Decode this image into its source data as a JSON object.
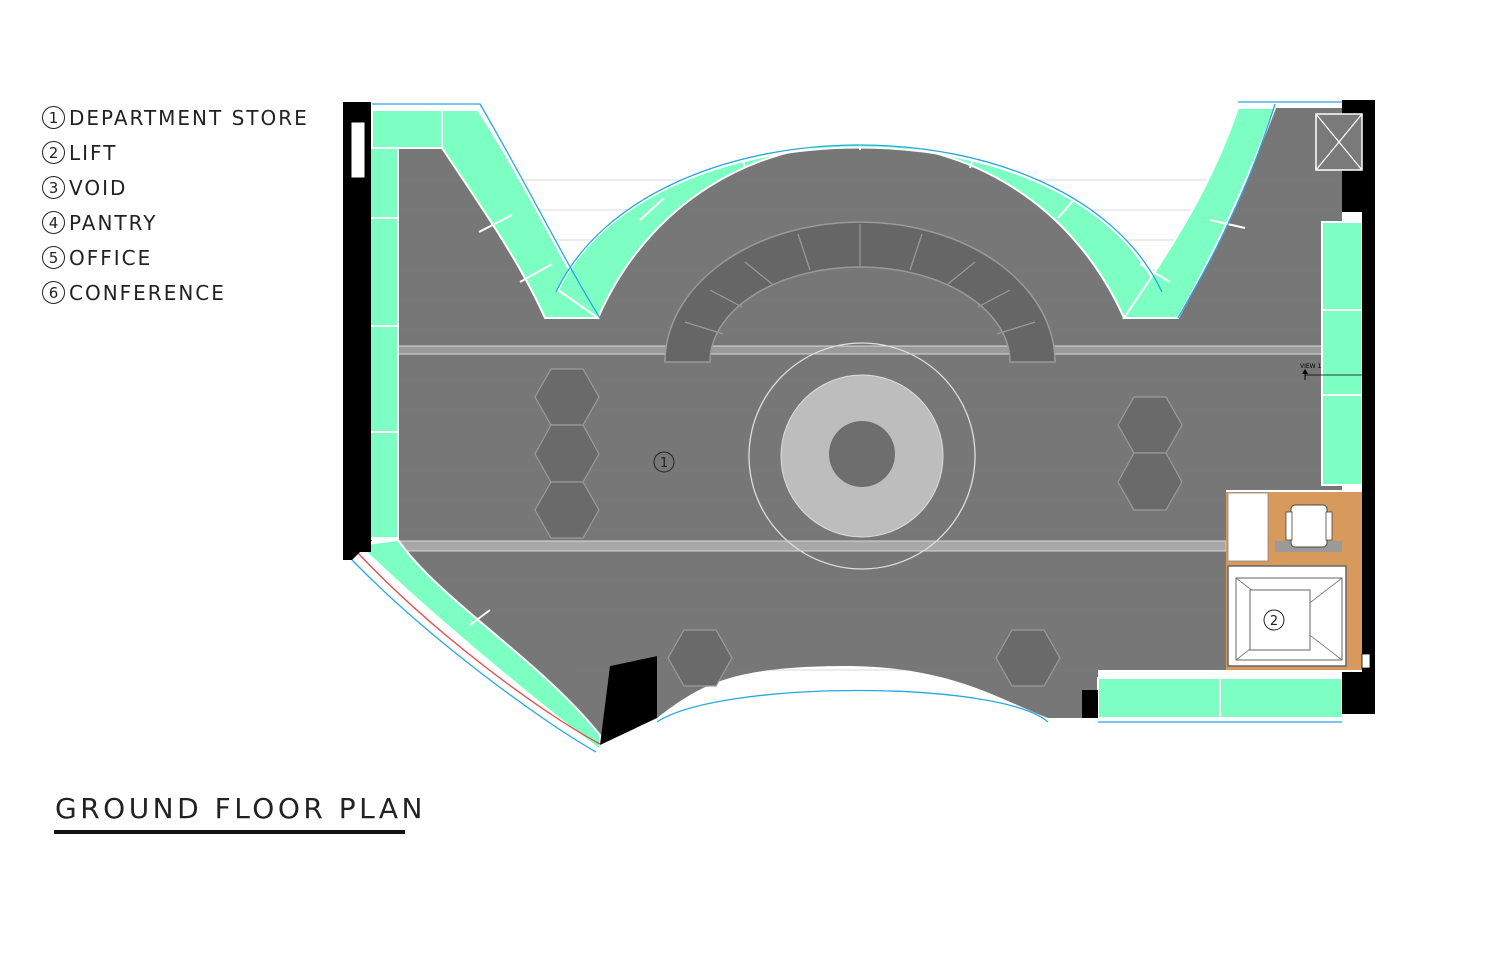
{
  "legend": [
    {
      "num": "1",
      "label": "DEPARTMENT STORE"
    },
    {
      "num": "2",
      "label": "LIFT"
    },
    {
      "num": "3",
      "label": "VOID"
    },
    {
      "num": "4",
      "label": "PANTRY"
    },
    {
      "num": "5",
      "label": "OFFICE"
    },
    {
      "num": "6",
      "label": "CONFERENCE"
    }
  ],
  "plan": {
    "title": "GROUND FLOOR PLAN",
    "room_tag_store": "1",
    "room_tag_lift": "2",
    "view_marker": "VIEW 1"
  },
  "colors": {
    "floor": "#777777",
    "display_unit": "#7dffc4",
    "wall": "#000000",
    "office_floor": "#d89a5c",
    "glazing": "#29a8e0",
    "podium": "#bdbdbd"
  }
}
